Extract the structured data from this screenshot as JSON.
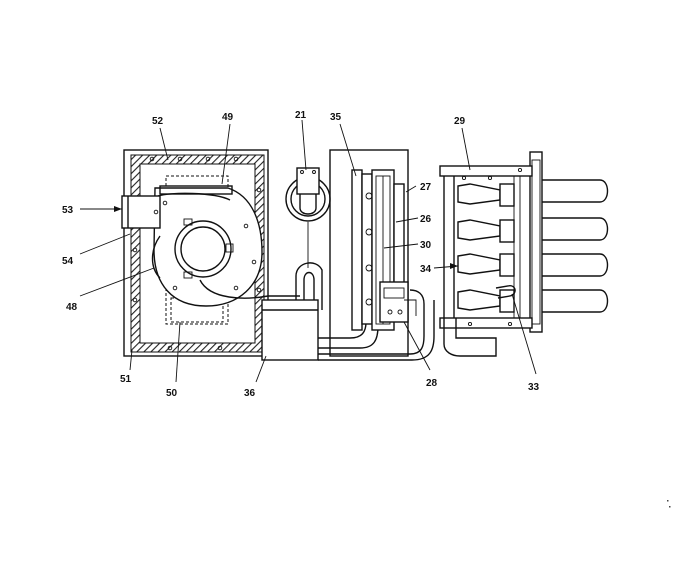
{
  "callouts": [
    {
      "id": "52",
      "label": "52"
    },
    {
      "id": "49",
      "label": "49"
    },
    {
      "id": "21",
      "label": "21"
    },
    {
      "id": "35",
      "label": "35"
    },
    {
      "id": "29",
      "label": "29"
    },
    {
      "id": "27",
      "label": "27"
    },
    {
      "id": "26",
      "label": "26"
    },
    {
      "id": "30",
      "label": "30"
    },
    {
      "id": "53",
      "label": "53"
    },
    {
      "id": "54",
      "label": "54"
    },
    {
      "id": "48",
      "label": "48"
    },
    {
      "id": "34",
      "label": "34"
    },
    {
      "id": "51",
      "label": "51"
    },
    {
      "id": "50",
      "label": "50"
    },
    {
      "id": "36",
      "label": "36"
    },
    {
      "id": "28",
      "label": "28"
    },
    {
      "id": "33",
      "label": "33"
    }
  ]
}
